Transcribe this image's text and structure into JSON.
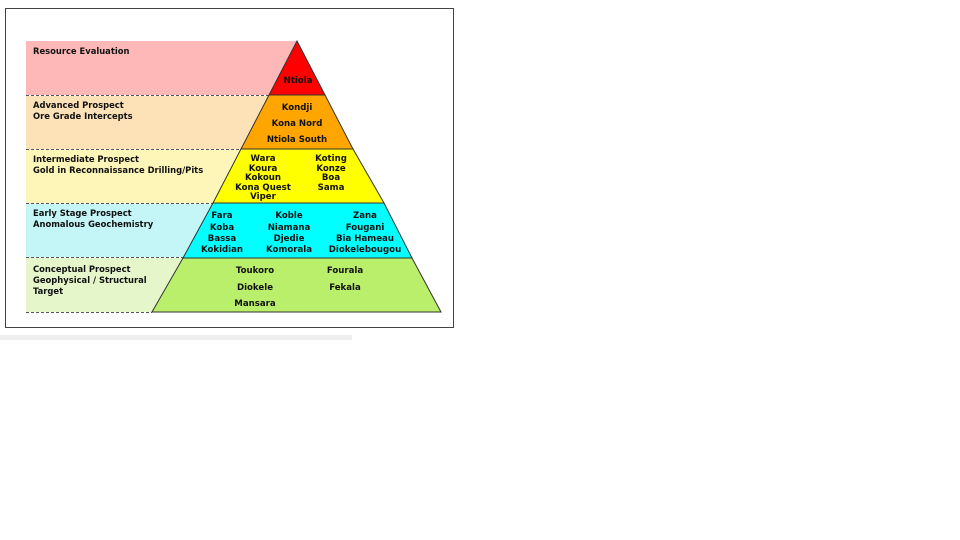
{
  "colors": {
    "resource": "#ff0000",
    "advanced": "#ffa500",
    "intermediate": "#ffff00",
    "early": "#00ffff",
    "conceptual": "#b9ef6a",
    "band_resource": "#ffb8b8",
    "band_advanced": "#fde2b8",
    "band_intermediate": "#fdf6b8",
    "band_early": "#c4f6f7",
    "band_conceptual": "#e6f6cb"
  },
  "tiers": [
    {
      "key": "resource",
      "label_lines": [
        "Resource Evaluation"
      ],
      "prospects": [
        "Ntiola"
      ]
    },
    {
      "key": "advanced",
      "label_lines": [
        "Advanced Prospect",
        "Ore Grade Intercepts"
      ],
      "prospects": [
        "Kondji",
        "Kona Nord",
        "Ntiola South"
      ]
    },
    {
      "key": "intermediate",
      "label_lines": [
        "Intermediate Prospect",
        "Gold in Reconnaissance Drilling/Pits"
      ],
      "prospects": [
        "Wara",
        "Koura",
        "Kokoun",
        "Kona Quest",
        "Viper",
        "Koting",
        "Konze",
        "Boa",
        "Sama"
      ]
    },
    {
      "key": "early",
      "label_lines": [
        "Early Stage Prospect",
        "Anomalous Geochemistry"
      ],
      "prospects": [
        "Fara",
        "Koba",
        "Bassa",
        "Kokidian",
        "Koble",
        "Niamana",
        "Djedie",
        "Komorala",
        "Zana",
        "Fougani",
        "Bia Hameau",
        "Diokelebougou"
      ]
    },
    {
      "key": "conceptual",
      "label_lines": [
        "Conceptual Prospect",
        "Geophysical / Structural",
        "Target"
      ],
      "prospects": [
        "Toukoro",
        "Diokele",
        "Mansara",
        "Fourala",
        "Fekala"
      ]
    }
  ]
}
